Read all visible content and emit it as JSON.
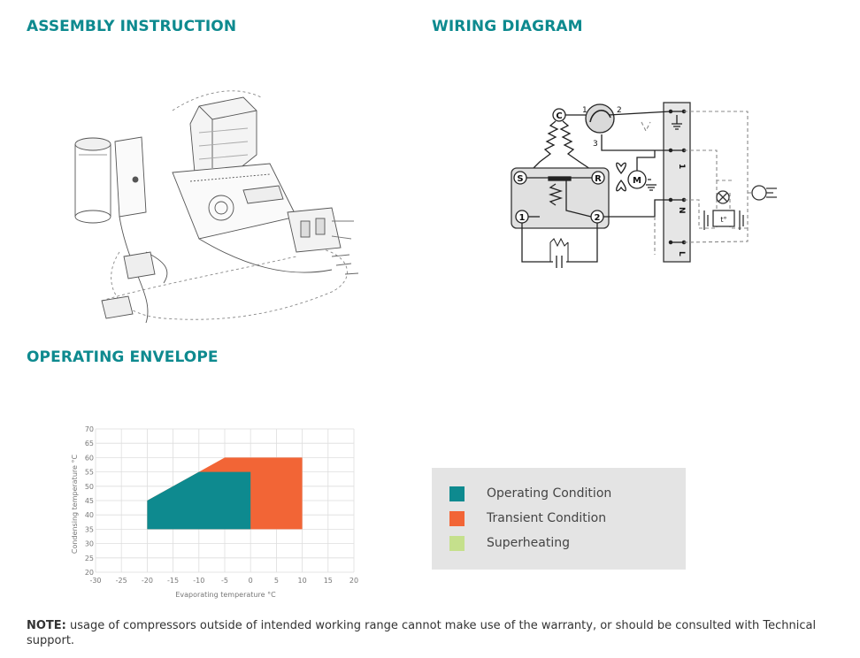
{
  "headings": {
    "assembly": "ASSEMBLY INSTRUCTION",
    "wiring": "WIRING DIAGRAM",
    "envelope": "OPERATING ENVELOPE"
  },
  "wiring_labels": {
    "c": "C",
    "s": "S",
    "r": "R",
    "one": "1",
    "two": "2",
    "top1": "1",
    "top2": "2",
    "top3": "3",
    "motor": "M",
    "strip_1": "1",
    "strip_n": "N",
    "strip_l": "L",
    "thermostat": "t°"
  },
  "colors": {
    "heading": "#0e8a8f",
    "operating": "#0e8a8f",
    "transient": "#f26536",
    "superheating": "#c5e08c"
  },
  "chart_data": {
    "type": "area",
    "xlabel": "Evaporating temperature °C",
    "ylabel": "Condensing temperature °C",
    "xlim": [
      -30,
      20
    ],
    "ylim": [
      20,
      70
    ],
    "x_ticks": [
      -30,
      -25,
      -20,
      -15,
      -10,
      -5,
      0,
      5,
      10,
      15,
      20
    ],
    "y_ticks": [
      20,
      25,
      30,
      35,
      40,
      45,
      50,
      55,
      60,
      65,
      70
    ],
    "grid": true,
    "series": [
      {
        "name": "Transient Condition",
        "color": "#f26536",
        "polygon": [
          [
            -20,
            35
          ],
          [
            -20,
            45
          ],
          [
            -5,
            60
          ],
          [
            10,
            60
          ],
          [
            10,
            35
          ]
        ]
      },
      {
        "name": "Operating Condition",
        "color": "#0e8a8f",
        "polygon": [
          [
            -20,
            35
          ],
          [
            -20,
            45
          ],
          [
            -10,
            55
          ],
          [
            0,
            55
          ],
          [
            0,
            35
          ]
        ]
      }
    ]
  },
  "legend": [
    {
      "label": "Operating Condition",
      "color": "#0e8a8f"
    },
    {
      "label": "Transient Condition",
      "color": "#f26536"
    },
    {
      "label": "Superheating",
      "color": "#c5e08c"
    }
  ],
  "note": {
    "prefix": "NOTE:",
    "text": " usage of compressors outside of intended working range cannot make use of the warranty, or should be consulted with Technical support."
  }
}
